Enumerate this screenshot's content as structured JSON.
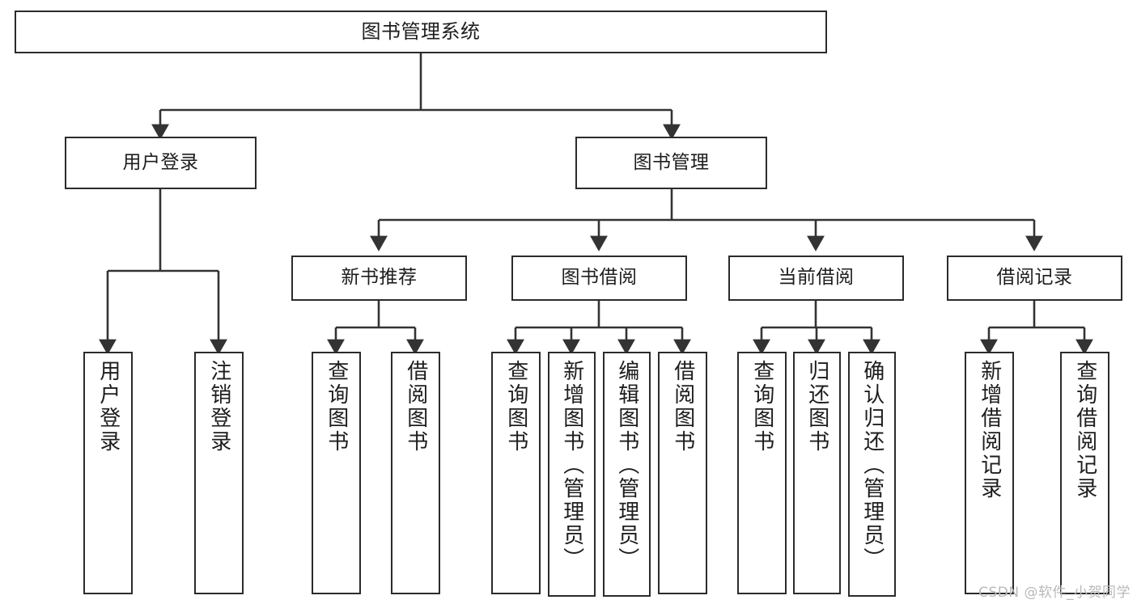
{
  "diagram": {
    "title": "图书管理系统",
    "type": "hierarchy-tree",
    "root": {
      "label": "图书管理系统"
    },
    "level2": [
      {
        "label": "用户登录"
      },
      {
        "label": "图书管理"
      }
    ],
    "level3": [
      {
        "label": "新书推荐"
      },
      {
        "label": "图书借阅"
      },
      {
        "label": "当前借阅"
      },
      {
        "label": "借阅记录"
      }
    ],
    "leaves": {
      "user_login": [
        {
          "label": "用户登录"
        },
        {
          "label": "注销登录"
        }
      ],
      "new_book_recommend": [
        {
          "label": "查询图书"
        },
        {
          "label": "借阅图书"
        }
      ],
      "book_borrow": [
        {
          "label": "查询图书"
        },
        {
          "label": "新增图书（管理员）"
        },
        {
          "label": "编辑图书（管理员）"
        },
        {
          "label": "借阅图书"
        }
      ],
      "current_borrow": [
        {
          "label": "查询图书"
        },
        {
          "label": "归还图书"
        },
        {
          "label": "确认归还（管理员）"
        }
      ],
      "borrow_record": [
        {
          "label": "新增借阅记录"
        },
        {
          "label": "查询借阅记录"
        }
      ]
    }
  },
  "watermark": {
    "text": "CSDN @软件_小贺同学"
  },
  "colors": {
    "border": "#2b2b2b",
    "line": "#333333",
    "background": "#ffffff",
    "text": "#1d1d1d",
    "watermark": "#b9b9b9"
  }
}
